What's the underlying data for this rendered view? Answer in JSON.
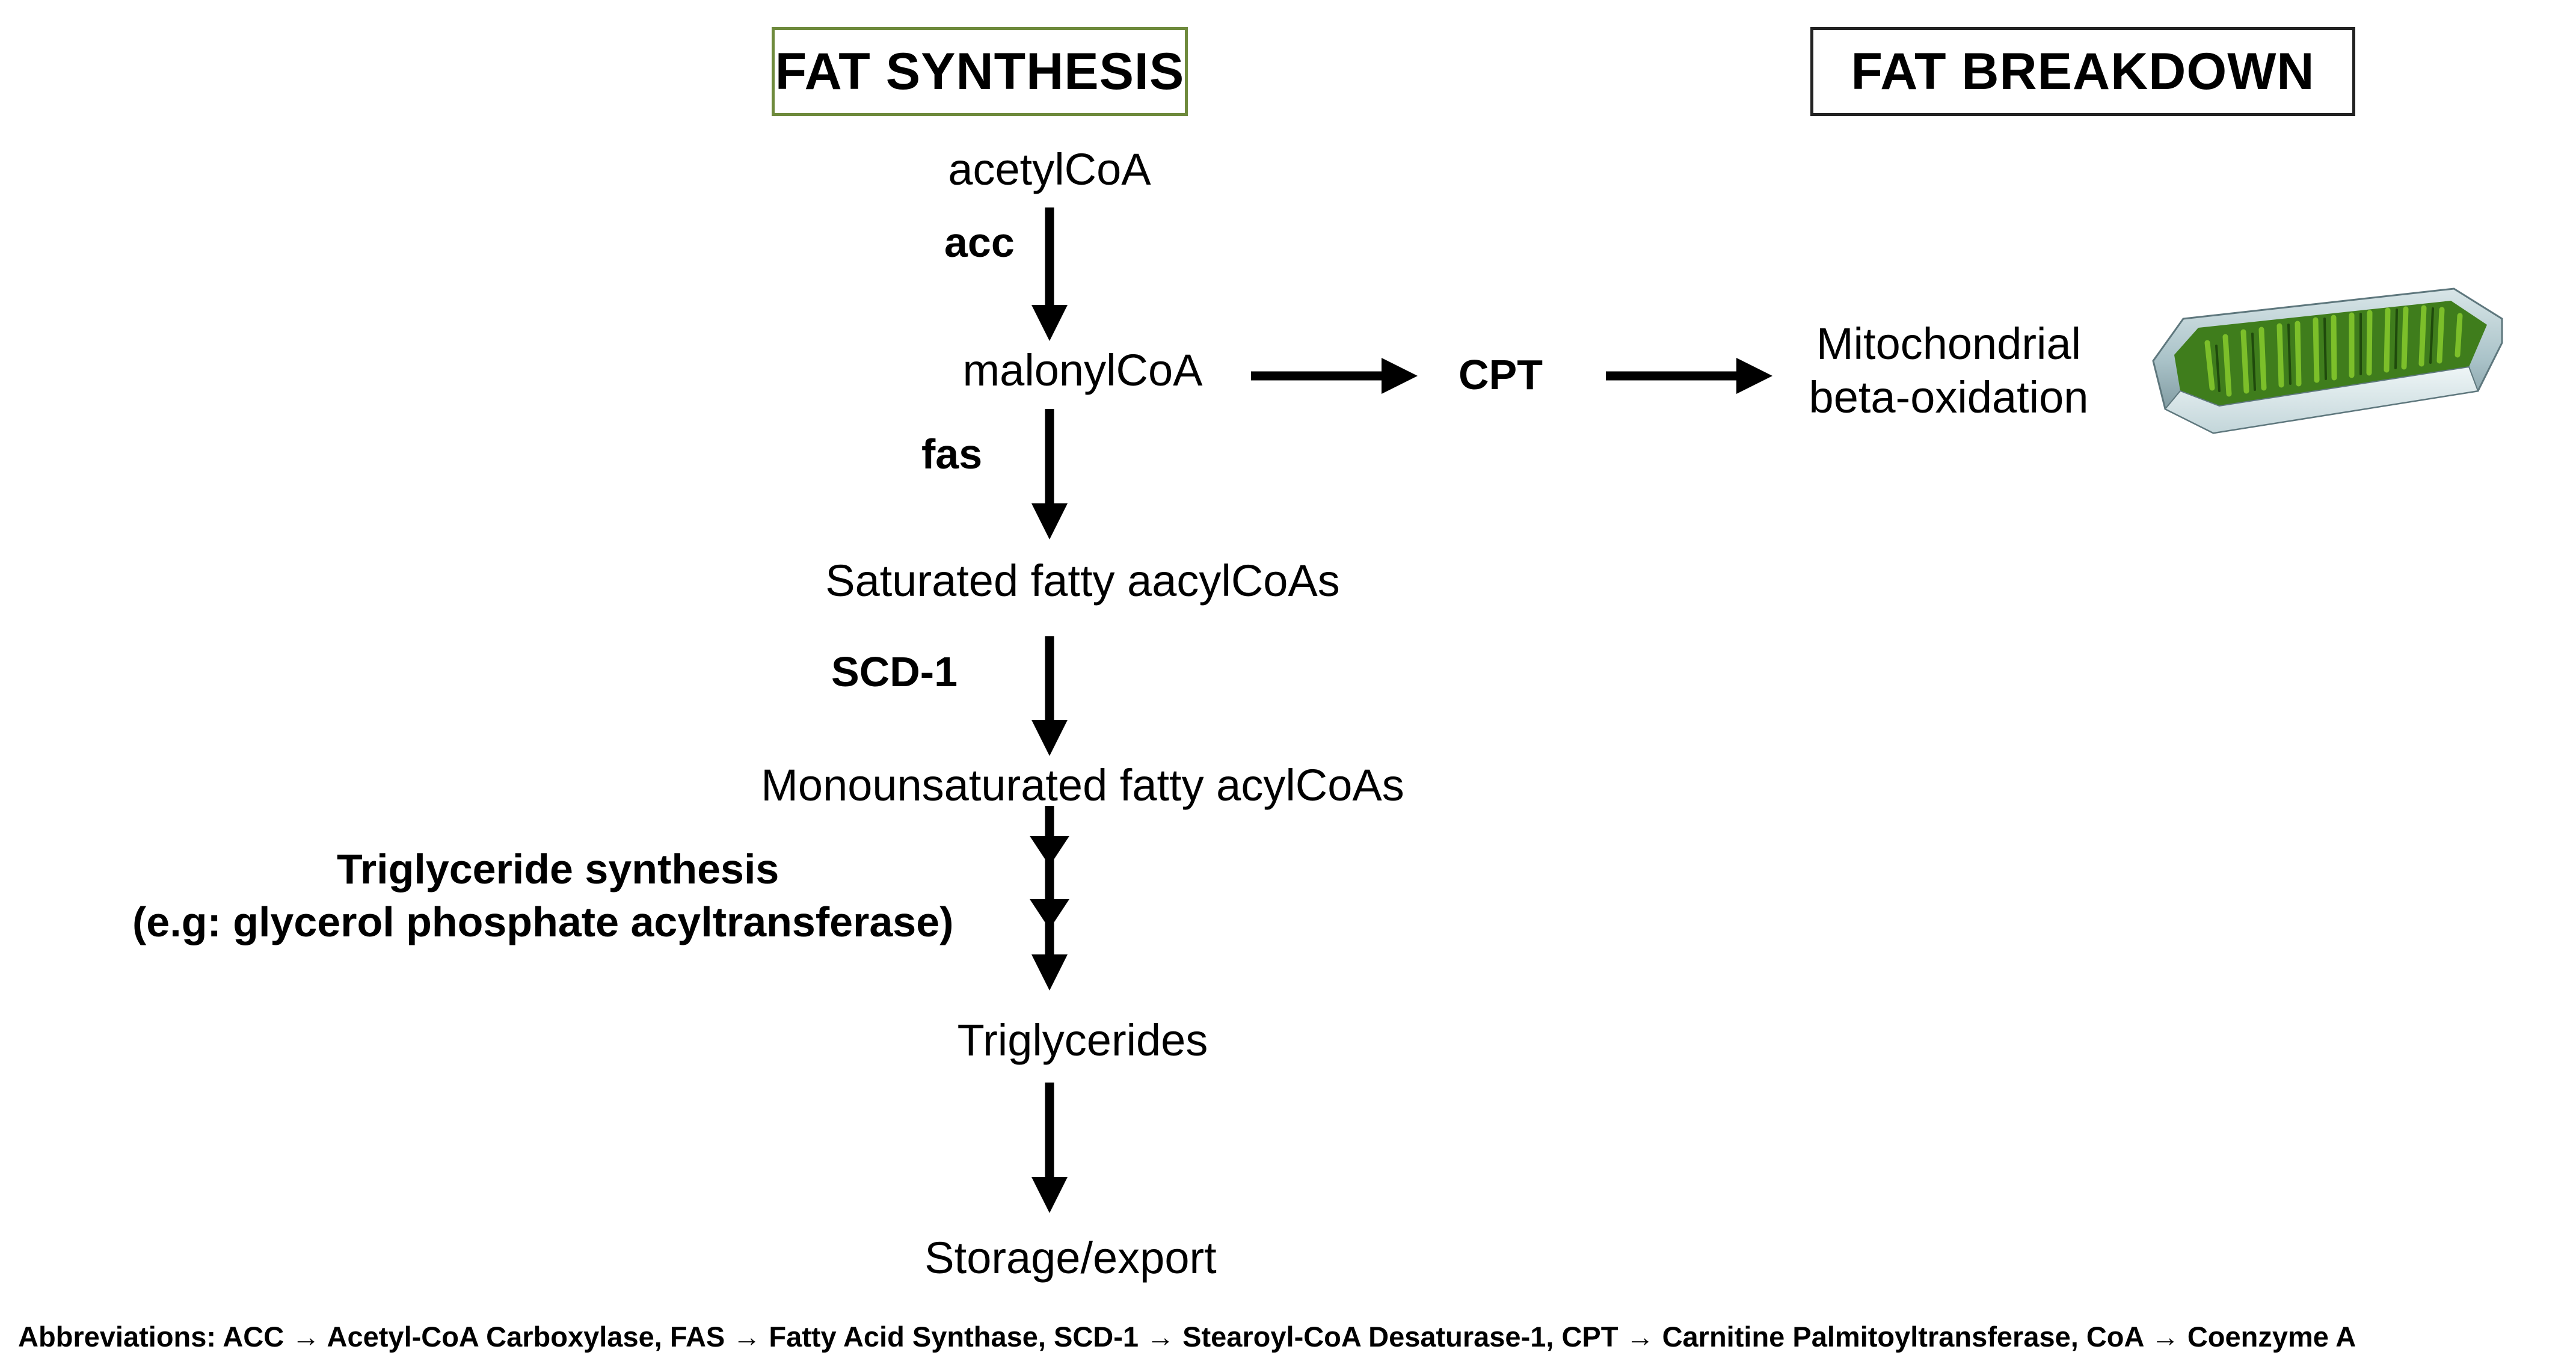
{
  "titles": {
    "synthesis": "FAT SYNTHESIS",
    "breakdown": "FAT BREAKDOWN"
  },
  "nodes": {
    "acetylcoa": "acetylCoA",
    "malonylcoa": "malonylCoA",
    "saturated": "Saturated fatty aacylCoAs",
    "monounsaturated": "Monounsaturated fatty acylCoAs",
    "triglycerides": "Triglycerides",
    "storage": "Storage/export",
    "mito_line1": "Mitochondrial",
    "mito_line2": "beta-oxidation"
  },
  "enzymes": {
    "acc": "acc",
    "fas": "fas",
    "scd1": "SCD-1",
    "cpt": "CPT",
    "tg_line1": "Triglyceride synthesis",
    "tg_line2": "(e.g: glycerol phosphate acyltransferase)"
  },
  "abbreviations": "Abbreviations: ACC → Acetyl-CoA Carboxylase, FAS → Fatty Acid Synthase, SCD-1 → Stearoyl-CoA Desaturase-1, CPT → Carnitine Palmitoyltransferase, CoA → Coenzyme A",
  "colors": {
    "synthesis_border": "#6e8a3c",
    "breakdown_border": "#222222",
    "mito_membrane": "#a9c2c8",
    "mito_cristae": "#7cbf2a"
  },
  "icons": [
    "mitochondrion-icon"
  ]
}
